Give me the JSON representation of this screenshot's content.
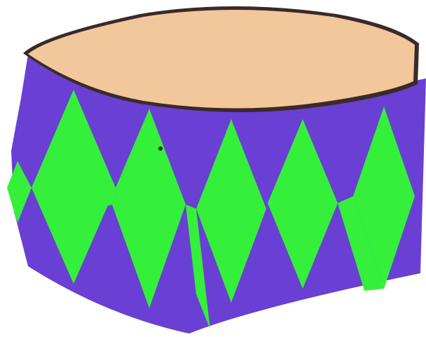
{
  "image": {
    "subject": "paper-craft-drum",
    "colors": {
      "background": "#ffffff",
      "drum_body": "#6a3fd3",
      "drum_body_shadow": "#5a33bf",
      "drum_top": "#f2c79b",
      "drum_top_edge": "#3a2a2a",
      "diamond": "#35f03a",
      "diamond_shadow": "#2bd630",
      "speck": "#1a1a1a"
    },
    "diamonds": [
      {
        "label": "diamond-1"
      },
      {
        "label": "diamond-2"
      },
      {
        "label": "diamond-3"
      },
      {
        "label": "diamond-4"
      },
      {
        "label": "diamond-5"
      },
      {
        "label": "diamond-6"
      },
      {
        "label": "diamond-7"
      },
      {
        "label": "diamond-8"
      },
      {
        "label": "diamond-9"
      }
    ]
  }
}
